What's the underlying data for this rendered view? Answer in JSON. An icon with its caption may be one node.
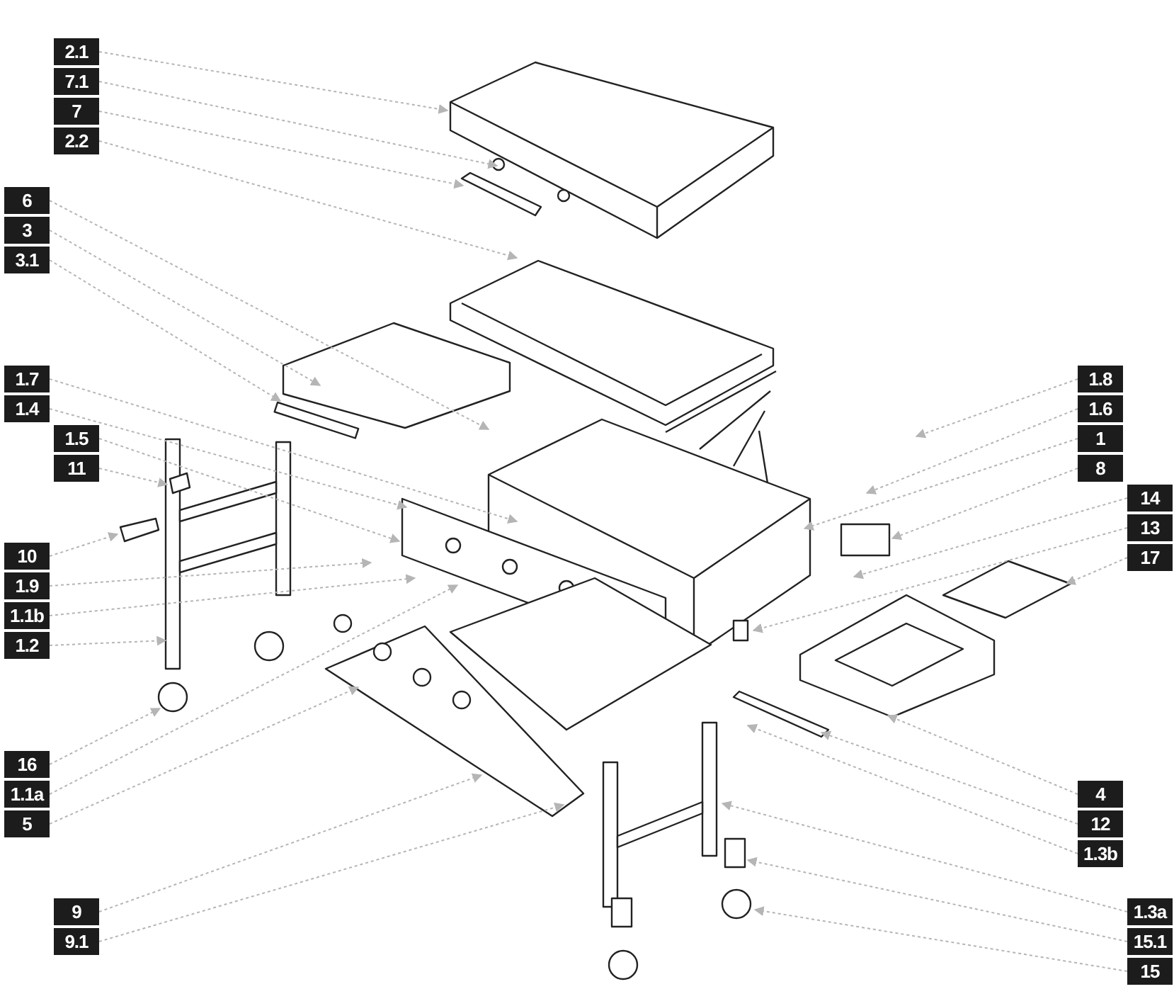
{
  "diagram": {
    "nodes": [
      {
        "text": [
          "2.1"
        ]
      },
      {
        "text": [
          "7.1"
        ]
      },
      {
        "text": [
          "7"
        ]
      },
      {
        "text": [
          "2.2"
        ]
      },
      {
        "text": [
          "6"
        ]
      },
      {
        "text": [
          "3"
        ]
      },
      {
        "text": [
          "3.1"
        ]
      },
      {
        "text": [
          "1.7"
        ]
      },
      {
        "text": [
          "1.4"
        ]
      },
      {
        "text": [
          "1.5"
        ]
      },
      {
        "text": [
          "11"
        ]
      },
      {
        "text": [
          "10"
        ]
      },
      {
        "text": [
          "1.9"
        ]
      },
      {
        "text": [
          "1.1b"
        ]
      },
      {
        "text": [
          "1.2"
        ]
      },
      {
        "text": [
          "16"
        ]
      },
      {
        "text": [
          "1.1a"
        ]
      },
      {
        "text": [
          "5"
        ]
      },
      {
        "text": [
          "9"
        ]
      },
      {
        "text": [
          "9.1"
        ]
      },
      {
        "text": [
          "1.8"
        ]
      },
      {
        "text": [
          "1.6"
        ]
      },
      {
        "text": [
          "1"
        ]
      },
      {
        "text": [
          "8"
        ]
      },
      {
        "text": [
          "14"
        ]
      },
      {
        "text": [
          "13"
        ]
      },
      {
        "text": [
          "17"
        ]
      },
      {
        "text": [
          "4"
        ]
      },
      {
        "text": [
          "12"
        ]
      },
      {
        "text": [
          "1.3b"
        ]
      },
      {
        "text": [
          "1.3a"
        ]
      },
      {
        "text": [
          "15.1"
        ]
      },
      {
        "text": [
          "15"
        ]
      }
    ],
    "edges": [
      {
        "from": 0,
        "to": null,
        "arrow": "to"
      },
      {
        "from": 1,
        "to": null,
        "arrow": "to"
      },
      {
        "from": 2,
        "to": null,
        "arrow": "to"
      },
      {
        "from": 3,
        "to": null,
        "arrow": "to"
      },
      {
        "from": 4,
        "to": null,
        "arrow": "to"
      },
      {
        "from": 5,
        "to": null,
        "arrow": "to"
      },
      {
        "from": 6,
        "to": null,
        "arrow": "to"
      },
      {
        "from": 7,
        "to": null,
        "arrow": "to"
      },
      {
        "from": 8,
        "to": null,
        "arrow": "to"
      },
      {
        "from": 9,
        "to": null,
        "arrow": "to"
      },
      {
        "from": 10,
        "to": null,
        "arrow": "to"
      },
      {
        "from": 11,
        "to": null,
        "arrow": "to"
      },
      {
        "from": 12,
        "to": null,
        "arrow": "to"
      },
      {
        "from": 13,
        "to": null,
        "arrow": "to"
      },
      {
        "from": 14,
        "to": null,
        "arrow": "to"
      },
      {
        "from": 15,
        "to": null,
        "arrow": "to"
      },
      {
        "from": 16,
        "to": null,
        "arrow": "to"
      },
      {
        "from": 17,
        "to": null,
        "arrow": "to"
      },
      {
        "from": 18,
        "to": null,
        "arrow": "to"
      },
      {
        "from": 19,
        "to": null,
        "arrow": "to"
      },
      {
        "from": 20,
        "to": null,
        "arrow": "to"
      },
      {
        "from": 21,
        "to": null,
        "arrow": "to"
      },
      {
        "from": 22,
        "to": null,
        "arrow": "to"
      },
      {
        "from": 23,
        "to": null,
        "arrow": "to"
      },
      {
        "from": 24,
        "to": null,
        "arrow": "to"
      },
      {
        "from": 25,
        "to": null,
        "arrow": "to"
      },
      {
        "from": 26,
        "to": null,
        "arrow": "to"
      },
      {
        "from": 27,
        "to": null,
        "arrow": "to"
      },
      {
        "from": 28,
        "to": null,
        "arrow": "to"
      },
      {
        "from": 29,
        "to": null,
        "arrow": "to"
      },
      {
        "from": 30,
        "to": null,
        "arrow": "to"
      },
      {
        "from": 31,
        "to": null,
        "arrow": "to"
      },
      {
        "from": 32,
        "to": null,
        "arrow": "to"
      }
    ]
  }
}
